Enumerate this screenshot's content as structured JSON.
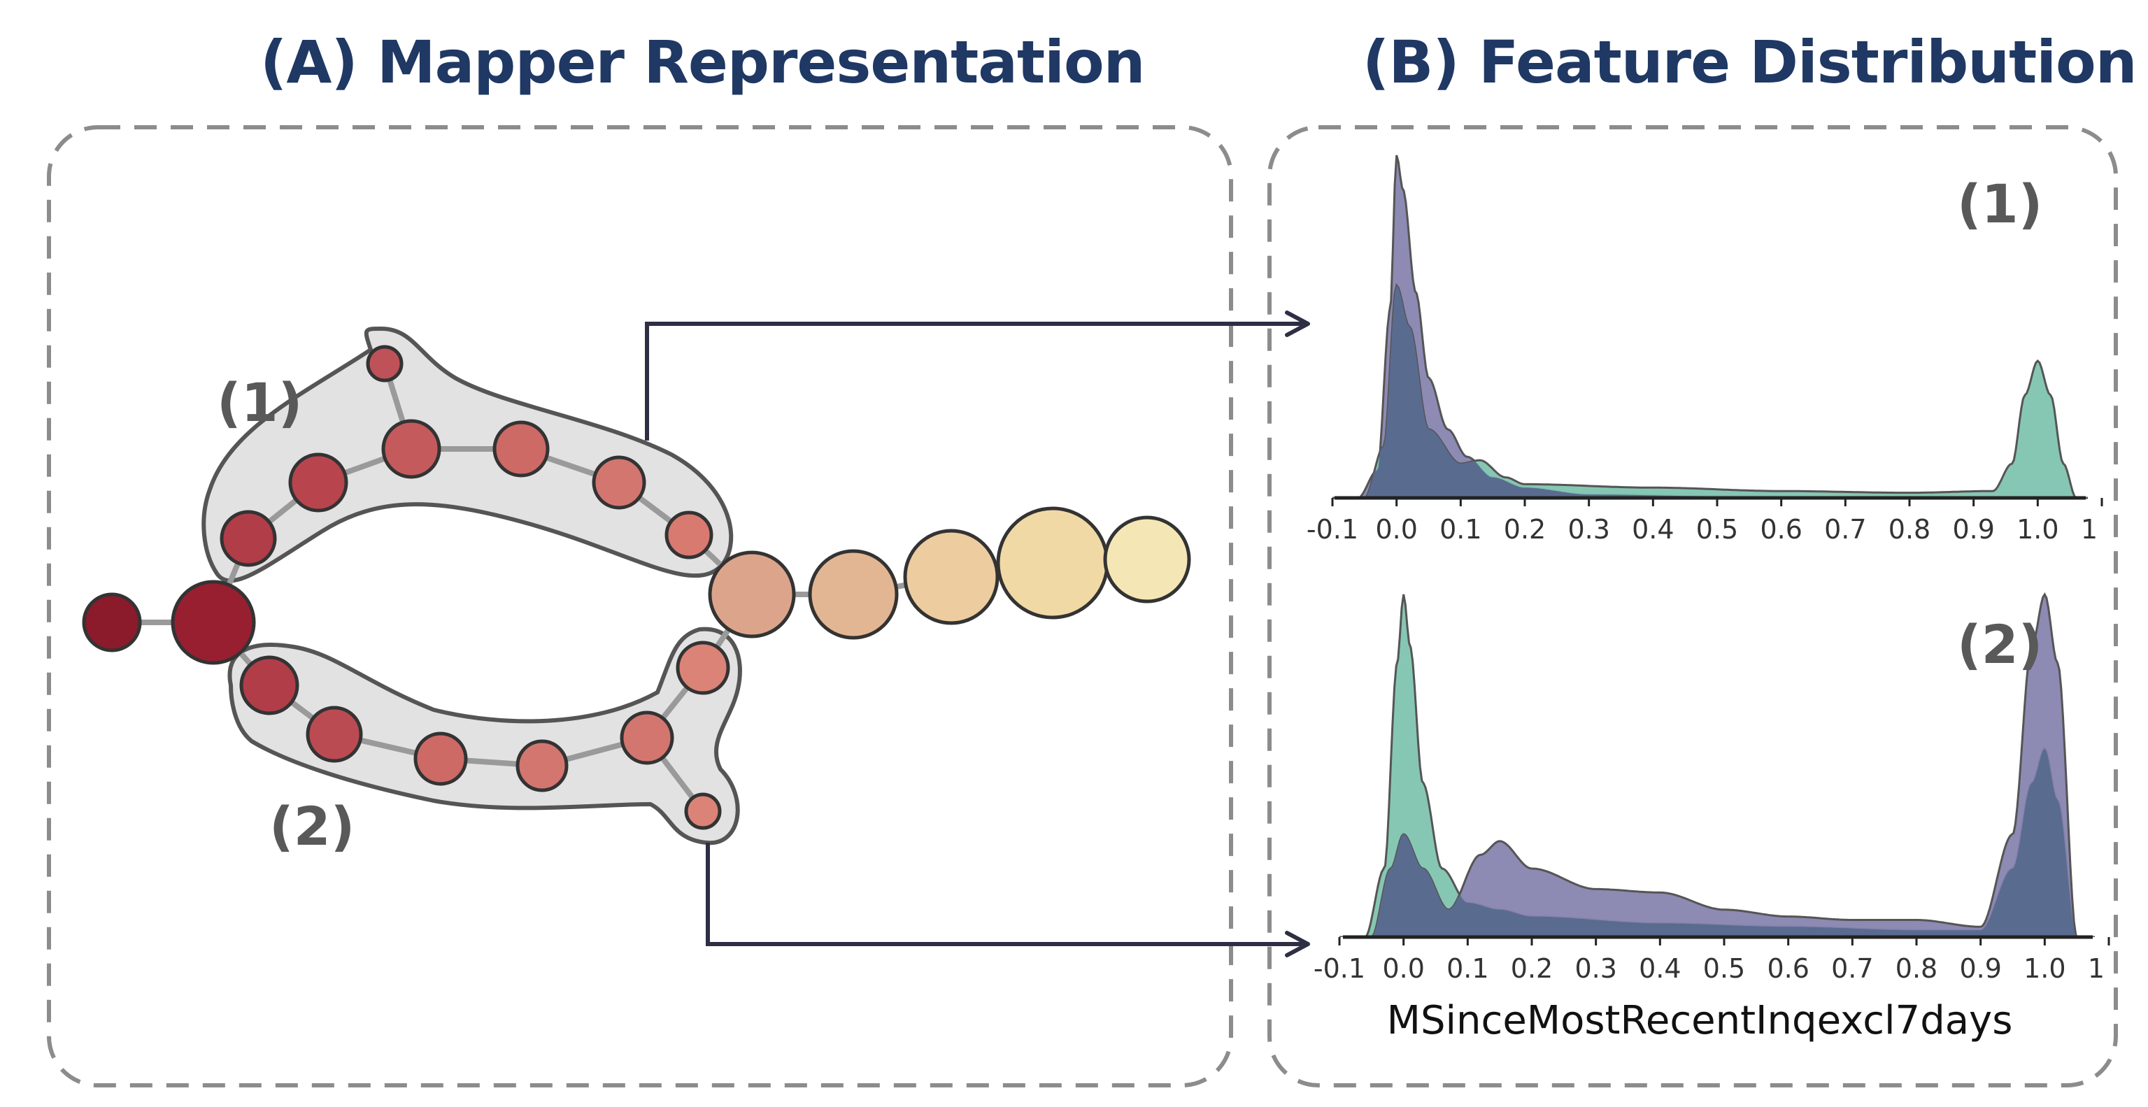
{
  "titles": {
    "a": "(A) Mapper Representation",
    "b": "(B) Feature Distribution"
  },
  "mapper": {
    "group_labels": [
      "(1)",
      "(2)"
    ],
    "node_colors": {
      "dark_red": "#8b1a2b",
      "mid_red": "#b8454e",
      "salmon": "#d97a70",
      "peach": "#dca58b",
      "cream": "#f5e7b5"
    },
    "hull_fill": "#e2e2e2",
    "edge_color": "#999999",
    "arrow_color": "#2e2e44"
  },
  "chart_data": [
    {
      "type": "area",
      "panel_label": "(1)",
      "xlim": [
        -0.1,
        1.1
      ],
      "ticks": [
        "-0.1",
        "0.0",
        "0.1",
        "0.2",
        "0.3",
        "0.4",
        "0.5",
        "0.6",
        "0.7",
        "0.8",
        "0.9",
        "1.0",
        "1"
      ],
      "xlabel": "",
      "colors": {
        "purple": "#8784b0",
        "teal": "#7fc4b0",
        "overlap": "#5a6b90"
      },
      "series": [
        {
          "color_key": "purple",
          "x": [
            -0.06,
            -0.03,
            -0.01,
            0.0,
            0.01,
            0.03,
            0.05,
            0.08,
            0.11,
            0.15,
            0.2,
            0.3,
            0.5,
            0.7,
            0.9,
            1.05
          ],
          "y": [
            0,
            0.08,
            0.55,
            1.0,
            0.9,
            0.6,
            0.35,
            0.2,
            0.12,
            0.06,
            0.03,
            0.01,
            0.005,
            0.003,
            0.002,
            0
          ]
        },
        {
          "color_key": "teal",
          "x": [
            -0.05,
            -0.02,
            0.0,
            0.02,
            0.05,
            0.1,
            0.13,
            0.17,
            0.2,
            0.4,
            0.6,
            0.8,
            0.93,
            0.96,
            0.98,
            1.0,
            1.02,
            1.04,
            1.06
          ],
          "y": [
            0,
            0.15,
            0.62,
            0.5,
            0.2,
            0.1,
            0.11,
            0.06,
            0.04,
            0.03,
            0.02,
            0.015,
            0.02,
            0.1,
            0.3,
            0.4,
            0.3,
            0.1,
            0
          ]
        }
      ]
    },
    {
      "type": "area",
      "panel_label": "(2)",
      "xlim": [
        -0.1,
        1.1
      ],
      "ticks": [
        "-0.1",
        "0.0",
        "0.1",
        "0.2",
        "0.3",
        "0.4",
        "0.5",
        "0.6",
        "0.7",
        "0.8",
        "0.9",
        "1.0",
        "1"
      ],
      "xlabel": "MSinceMostRecentInqexcl7days",
      "colors": {
        "purple": "#8784b0",
        "teal": "#7fc4b0",
        "overlap": "#5a6b90"
      },
      "series": [
        {
          "color_key": "teal",
          "x": [
            -0.06,
            -0.03,
            -0.01,
            0.0,
            0.01,
            0.03,
            0.06,
            0.1,
            0.15,
            0.2,
            0.4,
            0.6,
            0.8,
            0.9,
            0.95,
            0.98,
            1.0,
            1.02,
            1.05
          ],
          "y": [
            0,
            0.2,
            0.8,
            1.0,
            0.85,
            0.45,
            0.2,
            0.1,
            0.08,
            0.06,
            0.04,
            0.03,
            0.02,
            0.02,
            0.2,
            0.45,
            0.55,
            0.4,
            0
          ]
        },
        {
          "color_key": "purple",
          "x": [
            -0.05,
            -0.02,
            0.0,
            0.03,
            0.07,
            0.12,
            0.15,
            0.2,
            0.3,
            0.4,
            0.5,
            0.6,
            0.7,
            0.8,
            0.9,
            0.95,
            0.98,
            1.0,
            1.02,
            1.05
          ],
          "y": [
            0,
            0.2,
            0.3,
            0.2,
            0.08,
            0.24,
            0.28,
            0.2,
            0.14,
            0.13,
            0.08,
            0.06,
            0.05,
            0.05,
            0.03,
            0.3,
            0.85,
            1.0,
            0.8,
            0
          ]
        }
      ]
    }
  ]
}
